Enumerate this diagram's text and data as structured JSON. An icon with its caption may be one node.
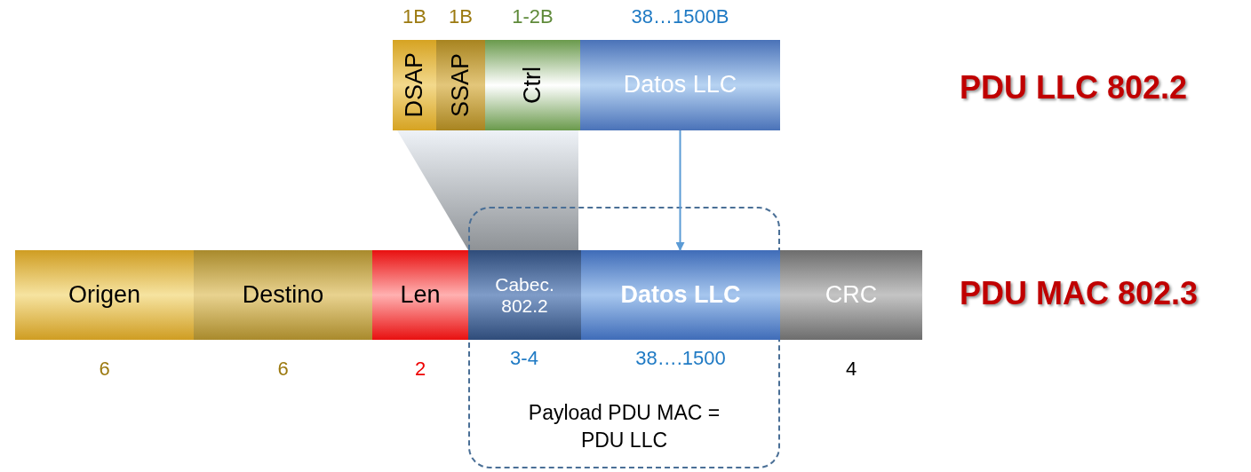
{
  "diagram": {
    "nodes": [
      {
        "text": [
          "DSAP"
        ],
        "beside": [
          "1B"
        ]
      },
      {
        "text": [
          "SSAP"
        ],
        "beside": [
          "1B"
        ]
      },
      {
        "text": [
          "Ctrl"
        ],
        "beside": [
          "1-2B"
        ]
      },
      {
        "text": [
          "Datos LLC"
        ],
        "beside": [
          "38…1500B"
        ]
      },
      {
        "text": [
          "Origen"
        ],
        "beside": [
          "6"
        ]
      },
      {
        "text": [
          "Destino"
        ],
        "beside": [
          "6"
        ]
      },
      {
        "text": [
          "Len"
        ],
        "beside": [
          "2"
        ]
      },
      {
        "text": [
          "Payload PDU MAC = PDU LLC"
        ]
      },
      {
        "text": [
          "Cabec. 802.2"
        ],
        "in": 7
      },
      {
        "text": [
          "Datos LLC"
        ],
        "in": 7
      },
      {
        "text": [
          "CRC"
        ],
        "beside": [
          "4"
        ]
      },
      {
        "text": [],
        "shape": "trapezoid"
      }
    ],
    "edges": [
      {
        "from": 3,
        "to": 9,
        "arrow": "to"
      }
    ],
    "labels": [
      "PDU LLC 802.2",
      "PDU MAC 802.3",
      "3-4",
      "38….1500"
    ]
  }
}
